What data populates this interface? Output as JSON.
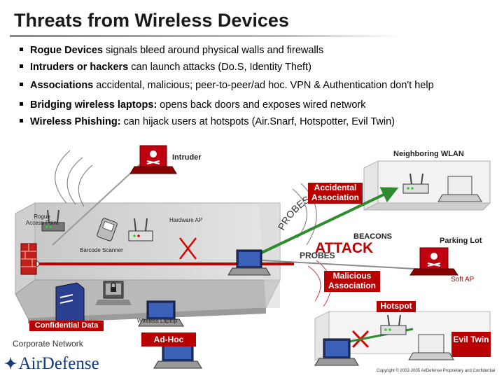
{
  "title": "Threats from Wireless Devices",
  "bullets": [
    {
      "bold": "Rogue Devices",
      "text": " signals bleed around physical walls and firewalls"
    },
    {
      "bold": "Intruders or hackers",
      "text": " can launch attacks (Do.S, Identity Theft)"
    },
    {
      "bold": "Associations",
      "text": " accidental, malicious; peer-to-peer/ad hoc. VPN & Authentication don't help"
    },
    {
      "bold": "Bridging wireless laptops:",
      "text": " opens back doors and exposes wired network"
    },
    {
      "bold": "Wireless Phishing:",
      "text": " can hijack users at hotspots (Air.Snarf, Hotspotter, Evil Twin)"
    }
  ],
  "diagram": {
    "intruder": "Intruder",
    "neighboring_wlan": "Neighboring WLAN",
    "accidental_association": "Accidental Association",
    "rogue_access_point": "Rogue Access Point",
    "hardware_ap": "Hardware AP",
    "probes_arc": "PROBES",
    "beacons": "BEACONS",
    "barcode_scanner": "Barcode Scanner",
    "probes": "PROBES",
    "attack": "ATTACK",
    "parking_lot": "Parking Lot",
    "malicious_association": "Malicious Association",
    "soft_ap": "Soft AP",
    "hotspot": "Hotspot",
    "confidential_data": "Confidential Data",
    "wireless_laptop": "Wireless Laptop",
    "corporate_network": "Corporate Network",
    "ad_hoc": "Ad-Hoc",
    "evil_twin": "Evil Twin"
  },
  "logo": "AirDefense",
  "copyright": "Copyright © 2002-2005 AirDefense Proprietary and Confidential"
}
